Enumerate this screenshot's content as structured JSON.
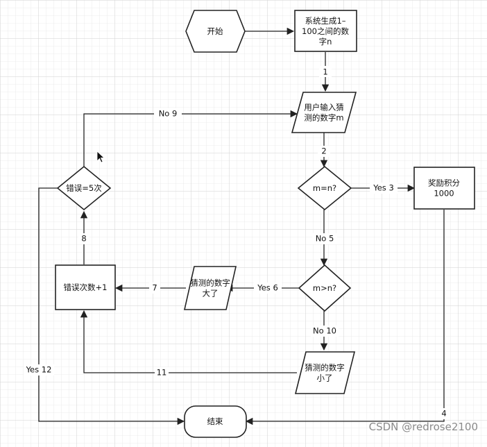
{
  "nodes": {
    "start": {
      "lines": [
        "开始"
      ]
    },
    "generate": {
      "lines": [
        "系统生成1–",
        "100之间的数",
        "字n"
      ]
    },
    "input": {
      "lines": [
        "用户输入猜",
        "测的数字m"
      ]
    },
    "equal": {
      "lines": [
        "m=n?"
      ]
    },
    "reward": {
      "lines": [
        "奖励积分",
        "1000"
      ]
    },
    "greater": {
      "lines": [
        "m>n?"
      ]
    },
    "too_big": {
      "lines": [
        "猜测的数字",
        "大了"
      ]
    },
    "too_small": {
      "lines": [
        "猜测的数字",
        "小了"
      ]
    },
    "err_inc": {
      "lines": [
        "错误次数+1"
      ]
    },
    "err_check": {
      "lines": [
        "错误=5次"
      ]
    },
    "end": {
      "lines": [
        "结束"
      ]
    }
  },
  "edges": {
    "e1": "1",
    "e2": "2",
    "e3": "Yes 3",
    "e4": "4",
    "e5": "No 5",
    "e6": "Yes 6",
    "e7": "7",
    "e8": "8",
    "e9": "No 9",
    "e10": "No 10",
    "e11": "11",
    "e12": "Yes 12"
  },
  "watermark": "CSDN @redrose2100"
}
